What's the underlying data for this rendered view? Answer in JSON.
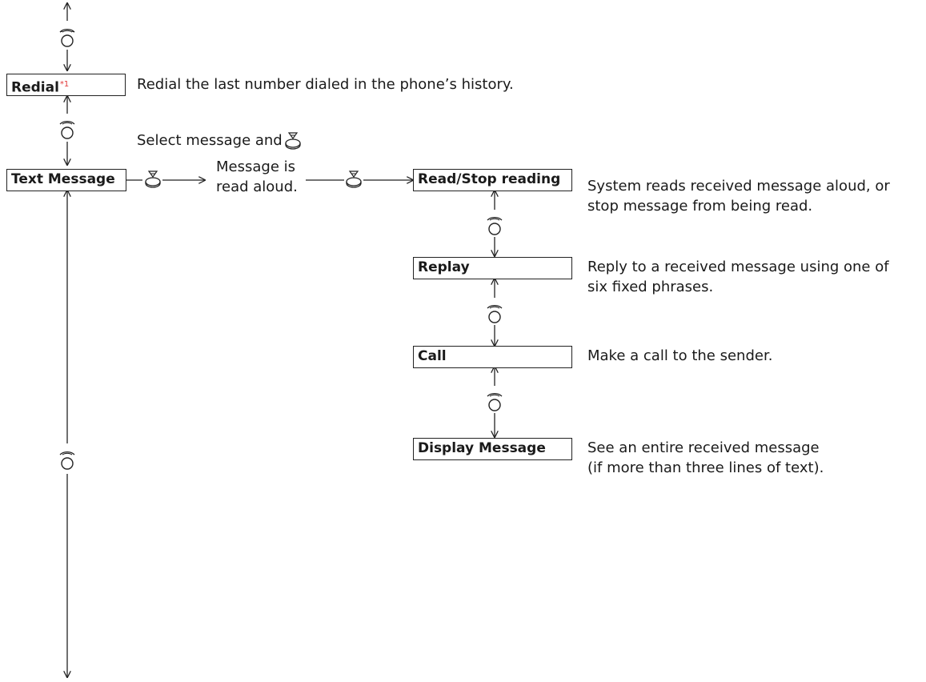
{
  "menu": {
    "redial": {
      "label": "Redial",
      "footnote": "*1",
      "description": "Redial the last number dialed in the phone’s history."
    },
    "text_message": {
      "label": "Text Message"
    },
    "select_hint": "Select message and",
    "message_note": [
      "Message is",
      "read aloud."
    ]
  },
  "submenu": [
    {
      "label": "Read/Stop reading",
      "description": [
        "System reads received message aloud, or",
        "stop message from being read."
      ]
    },
    {
      "label": "Replay",
      "description": [
        "Reply to a received message using one of",
        "six fixed phrases."
      ]
    },
    {
      "label": "Call",
      "description": [
        "Make a call to the sender."
      ]
    },
    {
      "label": "Display Message",
      "description": [
        "See an entire received message",
        "(if more than three lines of text)."
      ]
    }
  ],
  "icons": {
    "rotate": "interface-dial-rotate-icon",
    "press": "interface-dial-press-icon"
  }
}
